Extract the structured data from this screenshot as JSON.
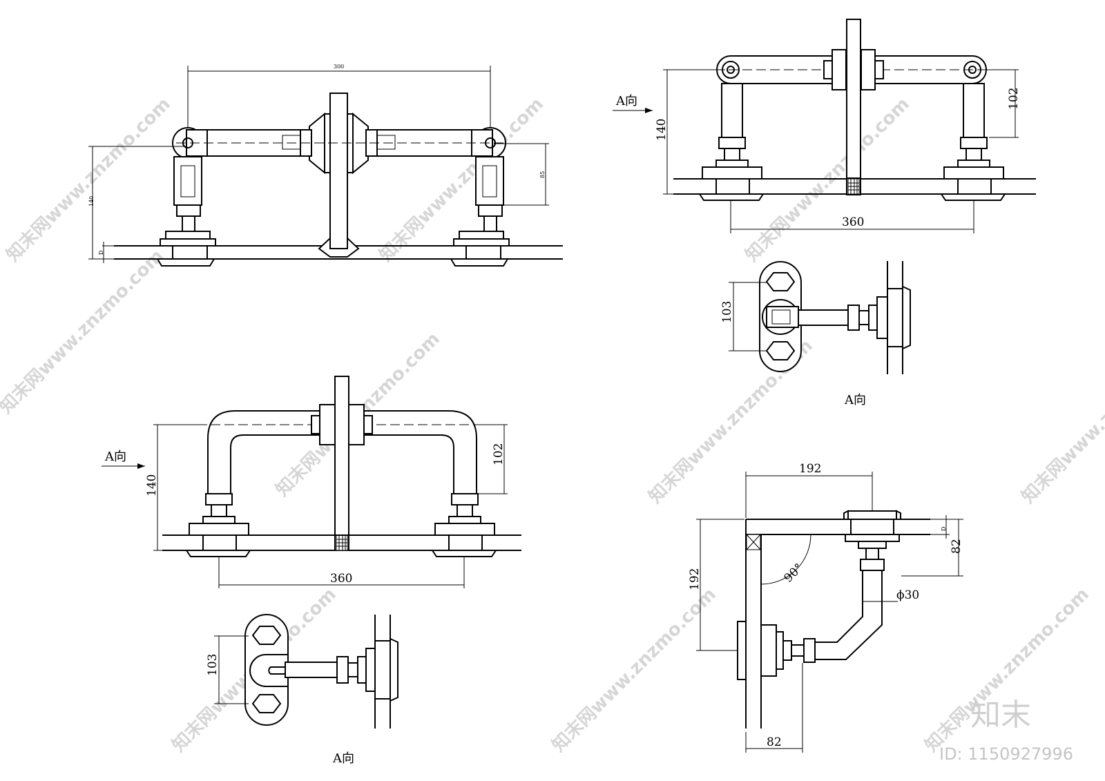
{
  "views": {
    "top_left": {
      "dim_width": "300",
      "dim_height": "140",
      "dim_arm": "85",
      "dim_glass": "D"
    },
    "top_right": {
      "dir_label": "A向",
      "dim_height": "140",
      "dim_arm": "102",
      "dim_width": "360"
    },
    "top_right_a": {
      "dim_height": "103",
      "caption": "A向"
    },
    "bottom_left": {
      "dir_label": "A向",
      "dim_height": "140",
      "dim_arm": "102",
      "dim_width": "360"
    },
    "bottom_left_a": {
      "dim_height": "103",
      "caption": "A向"
    },
    "corner": {
      "dim_top": "192",
      "dim_left": "192",
      "dim_glass": "D",
      "dim_right": "82",
      "dim_bottom": "82",
      "angle": "90°",
      "diameter": "ϕ30"
    }
  },
  "watermark": {
    "text": "知末网www.znzmo.com",
    "logo": "知末",
    "id": "ID: 1150927996"
  }
}
